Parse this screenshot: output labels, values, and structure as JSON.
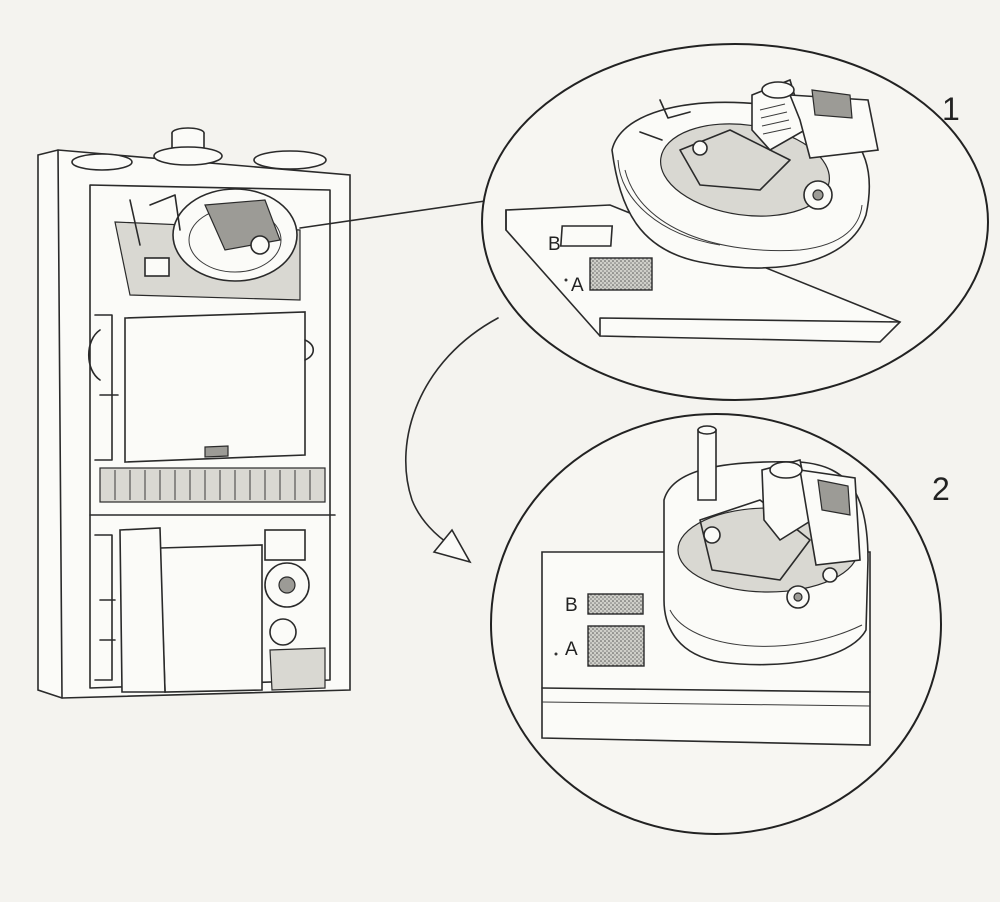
{
  "callouts": {
    "step1": "1",
    "step2": "2"
  },
  "detail1": {
    "label_b": "B",
    "label_a": "A"
  },
  "detail2": {
    "label_b": "B",
    "label_a": "A"
  }
}
